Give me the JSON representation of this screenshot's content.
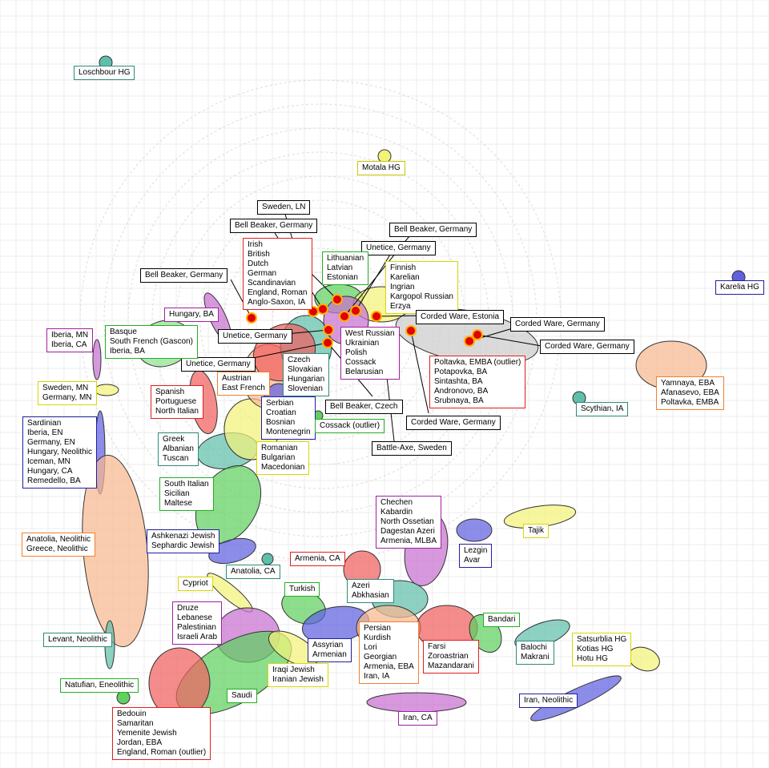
{
  "populations": [
    {
      "id": "loschbour",
      "text": "Loschbour HG",
      "color": "#2e8b7a",
      "fill": "#5fbfaa"
    },
    {
      "id": "motala",
      "text": "Motala HG",
      "color": "#c8c800",
      "fill": "#f3f37a"
    },
    {
      "id": "karelia",
      "text": "Karelia HG",
      "color": "#1f1fa0",
      "fill": "#6060e0"
    },
    {
      "id": "sweden_ln",
      "text": "Sweden, LN",
      "color": "#000000"
    },
    {
      "id": "bb_germany_1",
      "text": "Bell Beaker, Germany",
      "color": "#000000"
    },
    {
      "id": "bb_germany_2",
      "text": "Bell Beaker, Germany",
      "color": "#000000"
    },
    {
      "id": "bb_germany_3",
      "text": "Bell Beaker, Germany",
      "color": "#000000"
    },
    {
      "id": "unetice_1",
      "text": "Unetice, Germany",
      "color": "#000000"
    },
    {
      "id": "unetice_2",
      "text": "Unetice, Germany",
      "color": "#000000"
    },
    {
      "id": "unetice_3",
      "text": "Unetice, Germany",
      "color": "#000000"
    },
    {
      "id": "irish",
      "text": "Irish\nBritish\nDutch\nGerman\nScandinavian\nEngland, Roman\nAnglo-Saxon, IA",
      "color": "#e02020",
      "fill": "#f06060"
    },
    {
      "id": "baltic",
      "text": "Lithuanian\nLatvian\nEstonian",
      "color": "#20b020",
      "fill": "#60d060"
    },
    {
      "id": "finnish",
      "text": "Finnish\nKarelian\nIngrian\nKargopol Russian\nErzya",
      "color": "#d8d800",
      "fill": "#f3f37a"
    },
    {
      "id": "cw_estonia",
      "text": "Corded Ware, Estonia",
      "color": "#000000"
    },
    {
      "id": "cw_germany_1",
      "text": "Corded Ware, Germany",
      "color": "#000000"
    },
    {
      "id": "cw_germany_2",
      "text": "Corded Ware, Germany",
      "color": "#000000"
    },
    {
      "id": "cw_germany_3",
      "text": "Corded Ware, Germany",
      "color": "#000000"
    },
    {
      "id": "hungary_ba",
      "text": "Hungary, BA",
      "color": "#a020a0",
      "fill": "#c870d0"
    },
    {
      "id": "iberia_mn",
      "text": "Iberia, MN\nIberia, CA",
      "color": "#a020a0",
      "fill": "#c870d0"
    },
    {
      "id": "basque",
      "text": "Basque\nSouth French (Gascon)\nIberia, BA",
      "color": "#20b020",
      "fill": "#90e090"
    },
    {
      "id": "west_russian",
      "text": "West Russian\nUkrainian\nPolish\nCossack\nBelarusian",
      "color": "#a020a0",
      "fill": "#c870d0"
    },
    {
      "id": "poltavka",
      "text": "Poltavka, EMBA (outlier)\nPotapovka, BA\nSintashta, BA\nAndronovo, BA\nSrubnaya, BA",
      "color": "#e02020"
    },
    {
      "id": "yamnaya",
      "text": "Yamnaya, EBA\nAfanasevo, EBA\nPoltavka, EMBA",
      "color": "#f08030",
      "fill": "#f8b890"
    },
    {
      "id": "czech",
      "text": "Czech\nSlovakian\nHungarian\nSlovenian",
      "color": "#2e8b7a",
      "fill": "#5fbfaa"
    },
    {
      "id": "austrian",
      "text": "Austrian\nEast French",
      "color": "#f08030",
      "fill": "#f8b890"
    },
    {
      "id": "sweden_mn",
      "text": "Sweden, MN\nGermany, MN",
      "color": "#d8d800",
      "fill": "#f3f37a"
    },
    {
      "id": "spanish",
      "text": "Spanish\nPortuguese\nNorth Italian",
      "color": "#e02020",
      "fill": "#f06060"
    },
    {
      "id": "serbian",
      "text": "Serbian\nCroatian\nBosnian\nMontenegrin",
      "color": "#1f1fa0",
      "fill": "#6060e0"
    },
    {
      "id": "cossack_outlier",
      "text": "Cossack (outlier)",
      "color": "#20b020",
      "fill": "#60d060"
    },
    {
      "id": "bb_czech",
      "text": "Bell Beaker, Czech",
      "color": "#000000"
    },
    {
      "id": "battle_axe",
      "text": "Battle-Axe, Sweden",
      "color": "#000000"
    },
    {
      "id": "scythian",
      "text": "Scythian, IA",
      "color": "#2e8b7a",
      "fill": "#5fbfaa"
    },
    {
      "id": "sardinian",
      "text": "Sardinian\nIberia, EN\nGermany, EN\nHungary, Neolithic\nIceman, MN\nHungary, CA\nRemedello, BA",
      "color": "#1f1fa0",
      "fill": "#6060e0"
    },
    {
      "id": "greek",
      "text": "Greek\nAlbanian\nTuscan",
      "color": "#2e8b7a",
      "fill": "#5fbfaa"
    },
    {
      "id": "romanian",
      "text": "Romanian\nBulgarian\nMacedonian",
      "color": "#d8d800",
      "fill": "#f3f37a"
    },
    {
      "id": "south_italian",
      "text": "South Italian\nSicilian\nMaltese",
      "color": "#20b020",
      "fill": "#60d060"
    },
    {
      "id": "chechen",
      "text": "Chechen\nKabardin\nNorth Ossetian\nDagestan Azeri\nArmenia, MLBA",
      "color": "#a020a0",
      "fill": "#c870d0"
    },
    {
      "id": "tajik",
      "text": "Tajik",
      "color": "#d8d800",
      "fill": "#f3f37a"
    },
    {
      "id": "lezgin",
      "text": "Lezgin\nAvar",
      "color": "#1f1fa0",
      "fill": "#6060e0"
    },
    {
      "id": "anatolia_neo",
      "text": "Anatolia, Neolithic\nGreece, Neolithic",
      "color": "#f08030",
      "fill": "#f8b890"
    },
    {
      "id": "ashkenazi",
      "text": "Ashkenazi Jewish\nSephardic Jewish",
      "color": "#1f1fa0",
      "fill": "#6060e0"
    },
    {
      "id": "armenia_ca",
      "text": "Armenia, CA",
      "color": "#e02020",
      "fill": "#f06060"
    },
    {
      "id": "anatolia_ca",
      "text": "Anatolia, CA",
      "color": "#2e8b7a",
      "fill": "#5fbfaa"
    },
    {
      "id": "cypriot",
      "text": "Cypriot",
      "color": "#d8d800",
      "fill": "#f3f37a"
    },
    {
      "id": "turkish",
      "text": "Turkish",
      "color": "#20b020",
      "fill": "#60d060"
    },
    {
      "id": "azeri",
      "text": "Azeri\nAbkhasian",
      "color": "#2e8b7a",
      "fill": "#5fbfaa"
    },
    {
      "id": "druze",
      "text": "Druze\nLebanese\nPalestinian\nIsraeli Arab",
      "color": "#a020a0",
      "fill": "#c870d0"
    },
    {
      "id": "persian",
      "text": "Persian\nKurdish\nLori\nGeorgian\nArmenia, EBA\nIran, IA",
      "color": "#f08030",
      "fill": "#f8b890"
    },
    {
      "id": "farsi",
      "text": "Farsi\nZoroastrian\nMazandarani",
      "color": "#e02020",
      "fill": "#f06060"
    },
    {
      "id": "bandari",
      "text": "Bandari",
      "color": "#20b020",
      "fill": "#60d060"
    },
    {
      "id": "assyrian",
      "text": "Assyrian\nArmenian",
      "color": "#1f1fa0",
      "fill": "#6060e0"
    },
    {
      "id": "levant_neo",
      "text": "Levant, Neolithic",
      "color": "#2e8b7a",
      "fill": "#5fbfaa"
    },
    {
      "id": "balochi",
      "text": "Balochi\nMakrani",
      "color": "#2e8b7a",
      "fill": "#5fbfaa"
    },
    {
      "id": "satsurblia",
      "text": "Satsurblia HG\nKotias HG\nHotu HG",
      "color": "#d8d800",
      "fill": "#f3f37a"
    },
    {
      "id": "iraqi_jewish",
      "text": "Iraqi Jewish\nIranian Jewish",
      "color": "#d8d800",
      "fill": "#f3f37a"
    },
    {
      "id": "natufian",
      "text": "Natufian, Eneolithic",
      "color": "#20b020",
      "fill": "#60d060"
    },
    {
      "id": "saudi",
      "text": "Saudi",
      "color": "#20b020",
      "fill": "#60d060"
    },
    {
      "id": "iran_neo",
      "text": "Iran, Neolithic",
      "color": "#1f1fa0",
      "fill": "#6060e0"
    },
    {
      "id": "iran_ca",
      "text": "Iran, CA",
      "color": "#a020a0",
      "fill": "#c870d0"
    },
    {
      "id": "bedouin",
      "text": "Bedouin\nSamaritan\nYemenite Jewish\nJordan, EBA\nEngland, Roman (outlier)",
      "color": "#e02020",
      "fill": "#f06060"
    }
  ]
}
